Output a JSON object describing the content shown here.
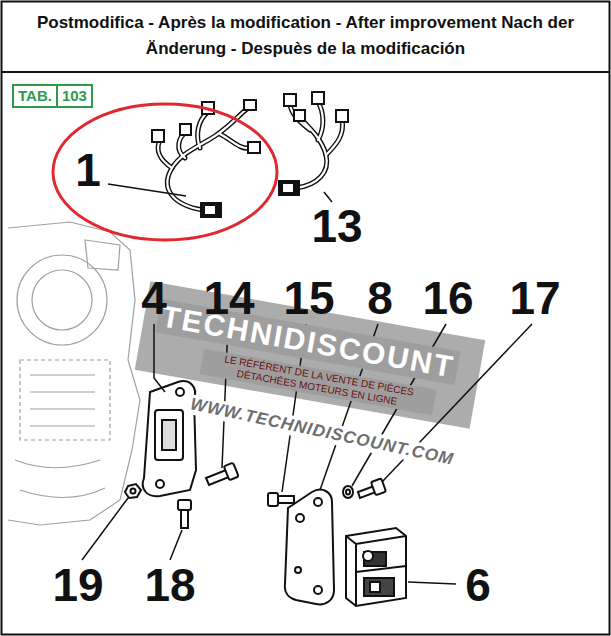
{
  "diagram": {
    "title": "Postmodifica - Après la modification - After improvement Nach der Änderung - Despuès de la modificación",
    "nodes": [
      {
        "text": [
          "TAB.",
          "103"
        ]
      }
    ],
    "labels": [
      "1",
      "13",
      "4",
      "14",
      "15",
      "8",
      "16",
      "17",
      "19",
      "18",
      "6",
      "TECHNIDISCOUNT",
      "LE RÉFÉRENT DE LA VENTE DE PIÈCES DÉTACHÉES MOTEURS EN LIGNE",
      "WWW.TECHNIDISCOUNT.COM"
    ]
  }
}
